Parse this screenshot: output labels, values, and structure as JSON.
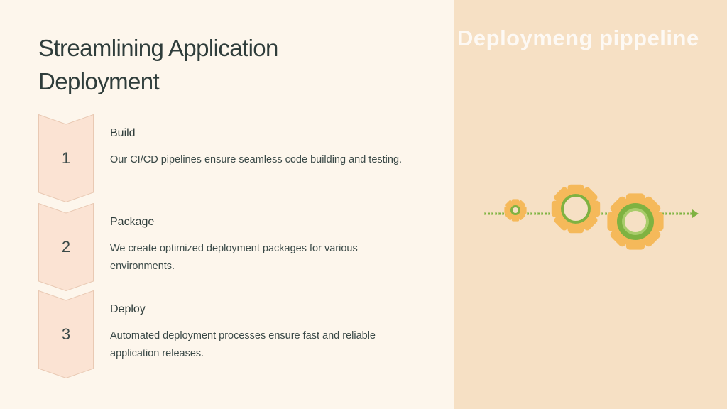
{
  "slide": {
    "title": "Streamlining Application Deployment",
    "steps": [
      {
        "number": "1",
        "title": "Build",
        "description": "Our CI/CD pipelines ensure seamless code building and testing."
      },
      {
        "number": "2",
        "title": "Package",
        "description": "We create optimized deployment packages for various environments."
      },
      {
        "number": "3",
        "title": "Deploy",
        "description": "Automated deployment processes ensure fast and reliable application releases."
      }
    ]
  },
  "illustration": {
    "caption": "Deploymeng pippeline",
    "icons": [
      "gear-icon",
      "gear-icon",
      "gear-icon",
      "arrow-right-icon"
    ]
  },
  "colors": {
    "left_background": "#fdf6ec",
    "right_background": "#f6e0c4",
    "chevron_fill": "#fbe3d3",
    "chevron_stroke": "#e9c9b3",
    "gear_orange": "#f5b95a",
    "gear_green": "#7fb241",
    "title_text": "#2f3d3b"
  }
}
